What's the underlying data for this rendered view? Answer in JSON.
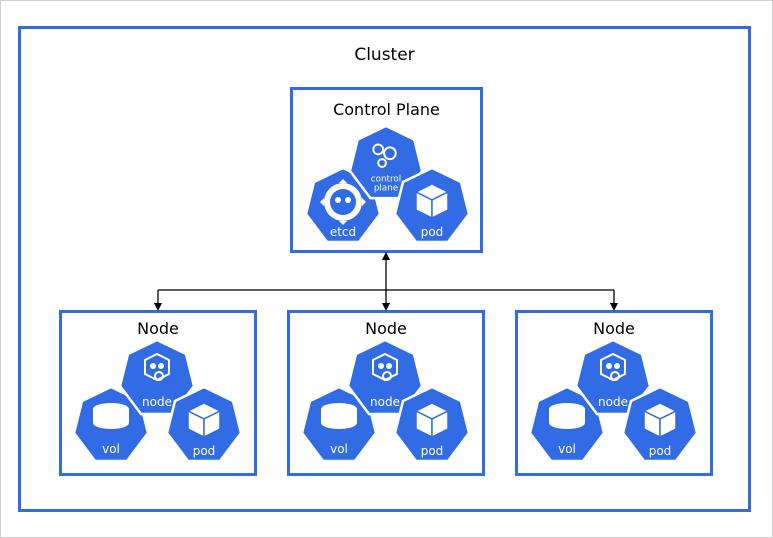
{
  "cluster": {
    "title": "Cluster"
  },
  "control_plane": {
    "title": "Control Plane",
    "components": {
      "etcd": "etcd",
      "control_plane_line1": "control",
      "control_plane_line2": "plane",
      "pod": "pod"
    }
  },
  "nodes": [
    {
      "title": "Node",
      "node_label": "node",
      "vol_label": "vol",
      "pod_label": "pod"
    },
    {
      "title": "Node",
      "node_label": "node",
      "vol_label": "vol",
      "pod_label": "pod"
    },
    {
      "title": "Node",
      "node_label": "node",
      "vol_label": "vol",
      "pod_label": "pod"
    }
  ],
  "colors": {
    "k8s_blue": "#326ce5",
    "border_blue": "#326ce5",
    "connector": "#000000"
  },
  "icons": {
    "etcd": "etcd-icon",
    "control_plane": "control-plane-icon",
    "pod": "pod-cube-icon",
    "node": "node-icon",
    "vol": "volume-cylinder-icon"
  }
}
